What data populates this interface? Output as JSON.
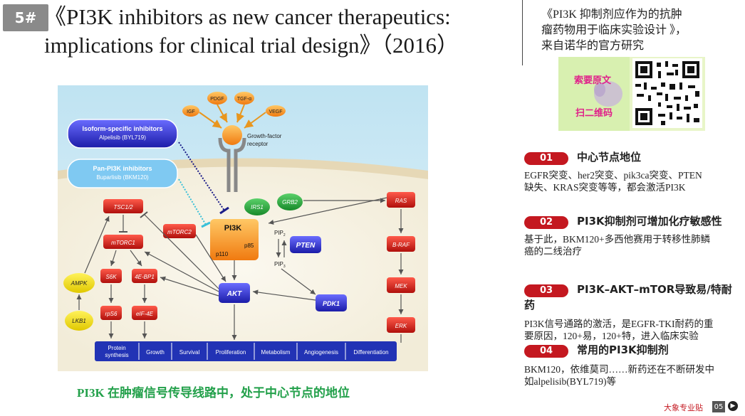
{
  "slide": {
    "badge": "5#",
    "title_line1": "《PI3K inhibitors as new cancer therapeutics:",
    "title_line2": "implications for clinical trial design》（2016）",
    "note_line1": "《PI3K 抑制剂应作为的抗肿",
    "note_line2": "瘤药物用于临床实验设计 》，",
    "note_line3": "来自诺华的官方研究",
    "qr_label1": "索要原文",
    "qr_label2": "扫二维码",
    "caption": "PI3K 在肿瘤信号传导线路中，处于中心节点的地位",
    "footer_label": "大象专业贴",
    "page_number": "05"
  },
  "figure": {
    "isoform_title": "Isoform-specific inhibitors",
    "isoform_drug": "Alpelisib (BYL719)",
    "pan_title": "Pan-PI3K inhibitors",
    "pan_drug": "Buparlisib (BKM120)",
    "ligands": [
      "PDGF",
      "TGF-α",
      "IGF",
      "VEGF"
    ],
    "receptor_label_1": "Growth-factor",
    "receptor_label_2": "receptor",
    "pi3k": "PI3K",
    "p85": "p85",
    "p110": "p110",
    "pip2": "PIP",
    "pip2_sub": "2",
    "pip3": "PIP",
    "pip3_sub": "3",
    "nodes": {
      "irs1": "IRS1",
      "grb2": "GRB2",
      "ras": "RAS",
      "braf": "B-RAF",
      "mek": "MEK",
      "erk": "ERK",
      "tsc": "TSC1/2",
      "mtorc1": "mTORC1",
      "mtorc2": "mTORC2",
      "s6k": "S6K",
      "ebp1": "4E-BP1",
      "rps6": "rpS6",
      "eif4e": "eIF-4E",
      "ampk": "AMPK",
      "lkb1": "LKB1",
      "akt": "AKT",
      "pdk1": "PDK1",
      "pten": "PTEN"
    },
    "outcomes": [
      "Protein synthesis",
      "Growth",
      "Survival",
      "Proliferation",
      "Metabolism",
      "Angiogenesis",
      "Differentiation"
    ]
  },
  "points": [
    {
      "num": "01",
      "title": "中心节点地位",
      "line1": "EGFR突变、her2突变、pik3ca突变、PTEN",
      "line2": "缺失、KRAS突变等等，都会激活PI3K"
    },
    {
      "num": "02",
      "title": "PI3K抑制剂可增加化疗敏感性",
      "line1": "基于此，BKM120+多西他赛用于转移性肺鳞",
      "line2": "癌的二线治疗"
    },
    {
      "num": "03",
      "title": "PI3K–AKT–mTOR导致易/特耐药",
      "line1": "PI3K信号通路的激活，是EGFR-TKI耐药的重",
      "line2": "要原因，120+易，120+特，进入临床实验"
    },
    {
      "num": "04",
      "title": "常用的PI3K抑制剂",
      "line1": "BKM120，依维莫司……新药还在不断研发中",
      "line2": "如alpelisib(BYL719)等"
    }
  ]
}
